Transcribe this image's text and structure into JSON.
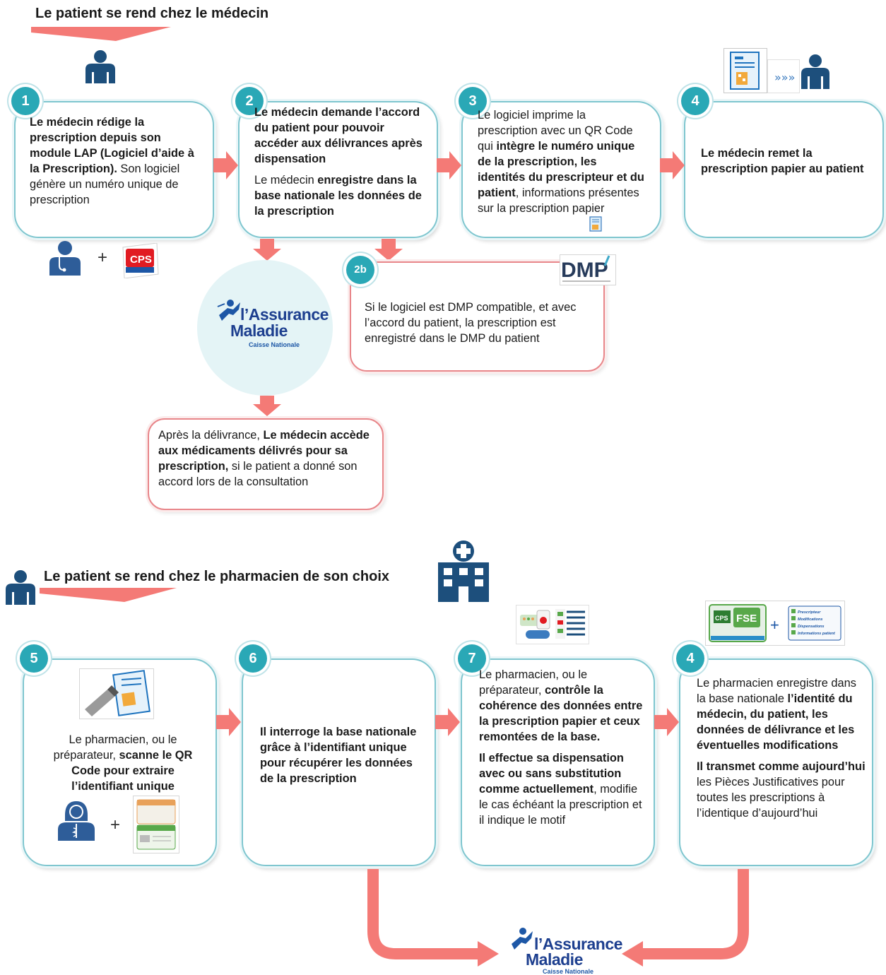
{
  "section1": {
    "heading": "Le patient se rend chez le médecin"
  },
  "section2": {
    "heading": "Le patient se rend chez le pharmacien de son choix"
  },
  "steps": [
    {
      "badge": "1",
      "segments": [
        [
          {
            "t": "Le médecin rédige la prescription depuis son module LAP (Logiciel d’aide à la Prescription).",
            "b": true
          },
          {
            "t": " Son logiciel génère un numéro unique de prescription",
            "b": false
          }
        ]
      ]
    },
    {
      "badge": "2",
      "segments": [
        [
          {
            "t": "Le médecin demande l’accord du patient pour pouvoir accéder aux délivrances après dispensation",
            "b": true
          }
        ],
        [
          {
            "t": "Le médecin ",
            "b": false
          },
          {
            "t": "enregistre dans la base nationale les données de la prescription",
            "b": true
          }
        ]
      ]
    },
    {
      "badge": "3",
      "segments": [
        [
          {
            "t": "Le logiciel imprime la prescription avec un QR Code qui ",
            "b": false
          },
          {
            "t": "intègre le numéro unique de la prescription, les identités du prescripteur et du patient",
            "b": true
          },
          {
            "t": ", informations présentes sur la prescription papier",
            "b": false
          }
        ]
      ]
    },
    {
      "badge": "4",
      "segments": [
        [
          {
            "t": "Le médecin remet la prescription papier au patient",
            "b": true
          }
        ]
      ]
    },
    {
      "badge": "2b",
      "segments": [
        [
          {
            "t": "Si le logiciel est DMP compatible, et avec l’accord du patient, la prescription est enregistré dans le DMP du patient",
            "b": false
          }
        ]
      ]
    },
    {
      "badge": "",
      "segments": [
        [
          {
            "t": "Après la délivrance, ",
            "b": false
          },
          {
            "t": "Le médecin accède aux médicaments délivrés pour sa prescription,",
            "b": true
          },
          {
            "t": " si le patient a donné son accord lors de la consultation",
            "b": false
          }
        ]
      ]
    },
    {
      "badge": "5",
      "segments": [
        [
          {
            "t": "Le pharmacien, ou le préparateur, ",
            "b": false
          },
          {
            "t": "scanne le QR Code pour extraire l’identifiant unique",
            "b": true
          }
        ]
      ]
    },
    {
      "badge": "6",
      "segments": [
        [
          {
            "t": "Il interroge la base nationale grâce à l’identifiant unique pour récupérer les données de la prescription",
            "b": true
          }
        ]
      ]
    },
    {
      "badge": "7",
      "segments": [
        [
          {
            "t": "Le pharmacien, ou le préparateur, ",
            "b": false
          },
          {
            "t": "contrôle la cohérence des données entre la prescription papier et ceux remontées de la base.",
            "b": true
          }
        ],
        [
          {
            "t": "Il effectue sa dispensation avec ou sans substitution comme actuellement",
            "b": true
          },
          {
            "t": ", modifie le cas échéant la prescription et il indique le motif",
            "b": false
          }
        ]
      ]
    },
    {
      "badge": "4",
      "segments": [
        [
          {
            "t": "Le pharmacien enregistre dans la base nationale ",
            "b": false
          },
          {
            "t": "l’identité du médecin, du patient, les données de délivrance et les éventuelles modifications",
            "b": true
          }
        ],
        [
          {
            "t": "Il transmet comme aujourd’hui",
            "b": true
          },
          {
            "t": " les Pièces Justificatives pour toutes les prescriptions à l’identique d’aujourd’hui",
            "b": false
          }
        ]
      ]
    }
  ],
  "logos": {
    "ameli_line1": "l’Assurance",
    "ameli_line2": "Maladie",
    "ameli_sub": "Caisse Nationale",
    "cps": "CPS",
    "dmp": "DMP",
    "fse": "FSE",
    "fse_cps": "CPS",
    "fse_list": [
      "Prescripteur",
      "Modifications",
      "Dispensations",
      "Informations patient"
    ]
  },
  "plus": "+",
  "colors": {
    "teal": "#2aa8b6",
    "arrow": "#f47a76",
    "navy": "#1d3f8f",
    "box_border": "#7fc6cf"
  }
}
